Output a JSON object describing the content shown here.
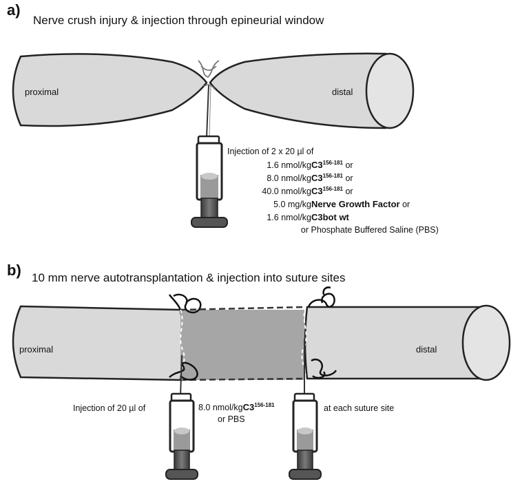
{
  "panel_a": {
    "label": "a)",
    "title": "Nerve crush injury & injection through epineurial window",
    "proximal": "proximal",
    "distal": "distal",
    "injection_intro": "Injection of 2 x 20 µl of",
    "doses": [
      {
        "amount": "1.6 nmol/kg",
        "agent": "C3",
        "sup": "156-181",
        "suffix": " or"
      },
      {
        "amount": "8.0 nmol/kg",
        "agent": "C3",
        "sup": "156-181",
        "suffix": " or"
      },
      {
        "amount": "40.0 nmol/kg",
        "agent": "C3",
        "sup": "156-181",
        "suffix": " or"
      },
      {
        "amount": "5.0 mg/kg",
        "agent": "Nerve Growth Factor",
        "sup": "",
        "suffix": " or"
      },
      {
        "amount": "1.6 nmol/kg",
        "agent": "C3bot wt",
        "sup": "",
        "suffix": ""
      }
    ],
    "last_or": "or",
    "last_item": "Phosphate Buffered Saline (PBS)"
  },
  "panel_b": {
    "label": "b)",
    "title": "10 mm nerve autotransplantation & injection into suture sites",
    "proximal": "proximal",
    "distal": "distal",
    "injection_intro": "Injection of 20 µl of",
    "dose_amount": "8.0 nmol/kg",
    "dose_agent": "C3",
    "dose_sup": "156-181",
    "dose_alt": "or PBS",
    "suture_note": "at each suture site"
  },
  "colors": {
    "nerve_fill": "#d9d9d9",
    "graft_fill": "#a6a6a6",
    "outline": "#222222",
    "syringe_dark": "#555555"
  }
}
